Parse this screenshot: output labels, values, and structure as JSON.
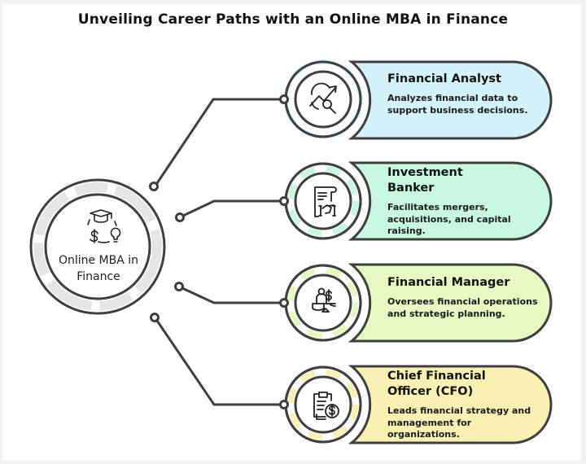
{
  "title": "Unveiling Career Paths with an Online MBA in Finance",
  "center": {
    "label": "Online MBA in Finance",
    "icon": "graduation-cycle-icon"
  },
  "colors": {
    "background": "#f2f2f2",
    "card": "#ffffff",
    "stroke": "#3f3f3f",
    "center_ring": "#e6e6e6",
    "analyst": "#d3f2fc",
    "banker": "#c8f7e2",
    "manager": "#e8f8c2",
    "cfo": "#fbf0b4"
  },
  "careers": [
    {
      "title": "Financial Analyst",
      "description": "Analyzes financial data to support business decisions.",
      "icon": "chart-magnifier-icon",
      "color": "#d3f2fc"
    },
    {
      "title": "Investment Banker",
      "description": "Facilitates mergers, acquisitions, and capital raising.",
      "icon": "contract-handshake-icon",
      "color": "#c8f7e2"
    },
    {
      "title": "Financial Manager",
      "description": "Oversees financial operations and strategic planning.",
      "icon": "person-scale-dollar-icon",
      "color": "#e8f8c2"
    },
    {
      "title": "Chief Financial Officer (CFO)",
      "description": "Leads financial strategy and management for organizations.",
      "icon": "clipboard-dollar-icon",
      "color": "#fbf0b4"
    }
  ]
}
